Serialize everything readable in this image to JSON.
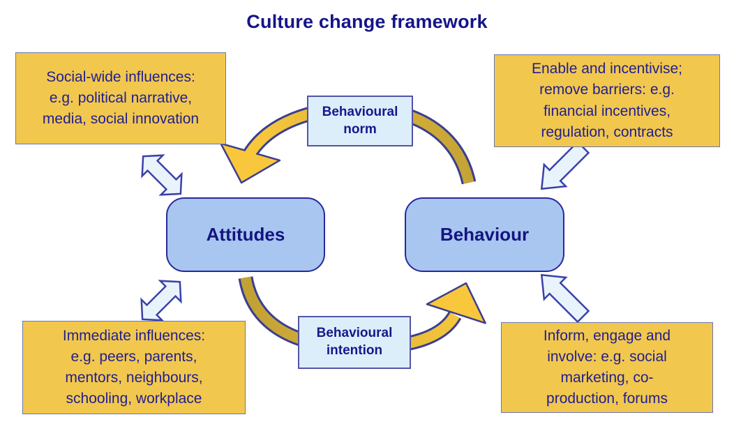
{
  "title": "Culture change framework",
  "nodes": {
    "attitudes": {
      "label": "Attitudes"
    },
    "behaviour": {
      "label": "Behaviour"
    },
    "behavioural_norm": {
      "label": "Behavioural norm"
    },
    "behavioural_intention": {
      "label": "Behavioural intention"
    }
  },
  "influence_boxes": {
    "top_left": {
      "lines": [
        "Social-wide influences:",
        "e.g. political narrative,",
        "media, social innovation"
      ]
    },
    "top_right": {
      "lines": [
        "Enable and incentivise;",
        "remove barriers: e.g.",
        "financial incentives,",
        "regulation, contracts"
      ]
    },
    "bottom_left": {
      "lines": [
        "Immediate influences:",
        "e.g. peers, parents,",
        "mentors, neighbours,",
        "schooling, workplace"
      ]
    },
    "bottom_right": {
      "lines": [
        "Inform, engage and",
        "involve: e.g. social",
        "marketing, co-",
        "production, forums"
      ]
    }
  },
  "connections": {
    "top_cycle_arrow": {
      "from": "Behaviour",
      "to": "Attitudes",
      "via": "Behavioural norm",
      "style": "curved-gold-arrow"
    },
    "bottom_cycle_arrow": {
      "from": "Attitudes",
      "to": "Behaviour",
      "via": "Behavioural intention",
      "style": "curved-gold-arrow"
    },
    "top_left_arrow": {
      "between": [
        "Social-wide influences",
        "Attitudes"
      ],
      "style": "double-headed"
    },
    "bottom_left_arrow": {
      "between": [
        "Immediate influences",
        "Attitudes"
      ],
      "style": "double-headed"
    },
    "top_right_arrow": {
      "from": "Enable and incentivise",
      "to": "Behaviour",
      "style": "single-headed"
    },
    "bottom_right_arrow": {
      "from": "Inform, engage and involve",
      "to": "Behaviour",
      "style": "single-headed"
    }
  },
  "colors": {
    "title_text": "#14148A",
    "influence_box_fill": "#F2C74E",
    "influence_box_border": "#6A77AD",
    "influence_box_text": "#1F1F8F",
    "node_fill": "#A9C6F0",
    "node_border": "#28289A",
    "node_text": "#14147F",
    "mini_box_fill": "#DCEEFA",
    "mini_box_border": "#5353A8",
    "cycle_arrow_bright_gold": "#F8C73C",
    "cycle_arrow_dark_gold": "#C2A135",
    "cycle_arrow_outline": "#3B3E8F",
    "side_arrow_fill": "#E9F3FC",
    "side_arrow_border": "#3A41A8"
  }
}
